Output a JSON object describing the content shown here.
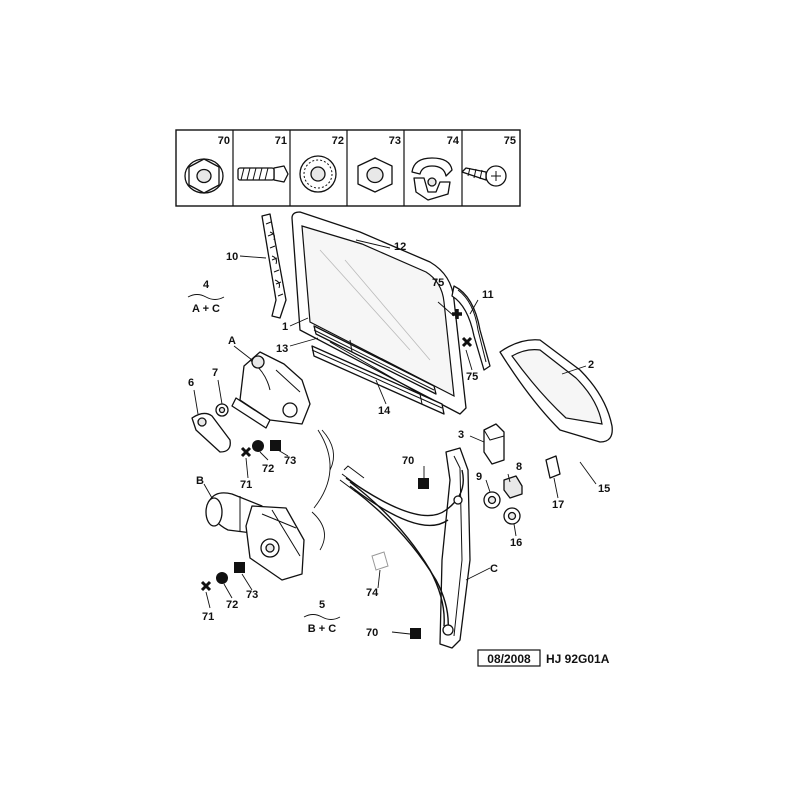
{
  "legend": [
    {
      "number": "70",
      "icon": "hex-flange-nut-icon"
    },
    {
      "number": "71",
      "icon": "bolt-icon"
    },
    {
      "number": "72",
      "icon": "serrated-washer-icon"
    },
    {
      "number": "73",
      "icon": "hex-nut-icon"
    },
    {
      "number": "74",
      "icon": "clip-icon"
    },
    {
      "number": "75",
      "icon": "tapping-screw-icon"
    }
  ],
  "labels": {
    "p1": "1",
    "p2": "2",
    "p3": "3",
    "p6": "6",
    "p7": "7",
    "p8": "8",
    "p9": "9",
    "p10": "10",
    "p11": "11",
    "p12": "12",
    "p13": "13",
    "p14": "14",
    "p15": "15",
    "p16": "16",
    "p17": "17",
    "pA": "A",
    "pB": "B",
    "pC": "C",
    "p70a": "70",
    "p70b": "70",
    "p71a": "71",
    "p71b": "71",
    "p72a": "72",
    "p72b": "72",
    "p73a": "73",
    "p73b": "73",
    "p74": "74",
    "p75a": "75",
    "p75b": "75"
  },
  "kits": [
    {
      "number": "4",
      "combo": "A + C"
    },
    {
      "number": "5",
      "combo": "B + C"
    }
  ],
  "footer": {
    "date": "08/2008",
    "code": "HJ 92G01A"
  }
}
